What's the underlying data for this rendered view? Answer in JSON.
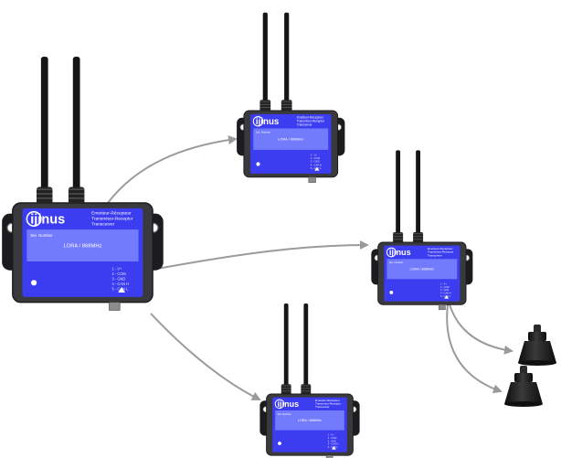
{
  "devices": [
    {
      "id": "main",
      "brand": "ijinus",
      "product_lines": [
        "Emetteur-Récepteur",
        "Transmisor-Receptor",
        "Transceiver"
      ],
      "serial_label": "Ser. Number",
      "frequency": "LORA / 868MHz",
      "ports": [
        "1 - V+",
        "2 - COM",
        "3 - GND",
        "4 - CAN H",
        "5 - CAN L"
      ]
    },
    {
      "id": "top",
      "brand": "ijinus",
      "product_lines": [
        "Emetteur-Récepteur",
        "Transmisor-Receptor",
        "Transceiver"
      ],
      "serial_label": "Ser. Number",
      "frequency": "LORA / 868MHz",
      "ports": [
        "1 - V+",
        "2 - COM",
        "3 - GND",
        "4 - CAN H",
        "5 - CAN L"
      ]
    },
    {
      "id": "right",
      "brand": "ijinus",
      "product_lines": [
        "Emetteur-Récepteur",
        "Transmisor-Receptor",
        "Transceiver"
      ],
      "serial_label": "Ser. Number",
      "frequency": "LORA / 868MHz",
      "ports": [
        "1 - V+",
        "2 - COM",
        "3 - GND",
        "4 - CAN H",
        "5 - CAN L"
      ]
    },
    {
      "id": "bottom",
      "brand": "ijinus",
      "product_lines": [
        "Emetteur-Récepteur",
        "Transmisor-Receptor",
        "Transceiver"
      ],
      "serial_label": "Ser. Number",
      "frequency": "LORA / 868MHz",
      "ports": [
        "1 - V+",
        "2 - COM",
        "3 - GND",
        "4 - CAN H",
        "5 - CAN L"
      ]
    }
  ],
  "sensors": [
    {
      "id": "sensor-1",
      "icon": "ultrasonic-sensor-icon"
    },
    {
      "id": "sensor-2",
      "icon": "ultrasonic-sensor-icon"
    }
  ],
  "colors": {
    "casing": "#3a3a3e",
    "casing_edge": "#1c1c1e",
    "panel": "#3c3cf0",
    "panel_light": "#7d86ff",
    "antenna": "#151515",
    "arrow": "#9a9a9a",
    "sensor": "#1e1e1e"
  }
}
